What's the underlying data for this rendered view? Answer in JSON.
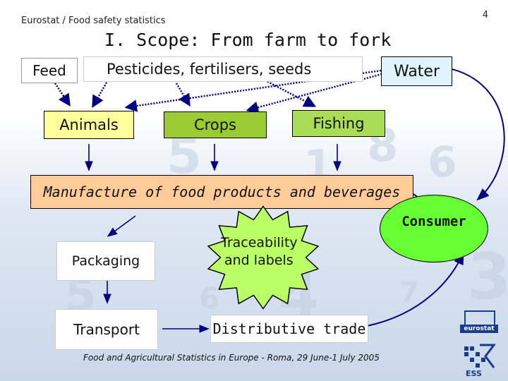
{
  "header": {
    "source_label": "Eurostat / Food safety statistics",
    "page_number": "4"
  },
  "title": "I. Scope: From farm to fork",
  "inputs": {
    "feed": "Feed",
    "pesticides": "Pesticides, fertilisers, seeds",
    "water": "Water"
  },
  "sources": {
    "animals": "Animals",
    "crops": "Crops",
    "fishing": "Fishing"
  },
  "manufacture": "Manufacture of food products and beverages",
  "consumer": "Consumer",
  "packaging": "Packaging",
  "traceability": [
    "Traceability",
    "and labels"
  ],
  "transport": "Transport",
  "distributive_trade": "Distributive trade",
  "footer": "Food and Agricultural Statistics in Europe - Roma, 29 June-1 July 2005",
  "logos": {
    "eurostat": "eurostat",
    "ess": "ESS"
  },
  "colors": {
    "animals_fill": "#ffff99",
    "crops_fill": "#99cc33",
    "fishing_fill": "#aadd55",
    "water_fill": "#ddf5fb",
    "manufacture_fill": "#ffcc99",
    "consumer_fill": "#66ff33",
    "starburst_fill": "#bbff66",
    "arrow_navy": "#000080"
  }
}
